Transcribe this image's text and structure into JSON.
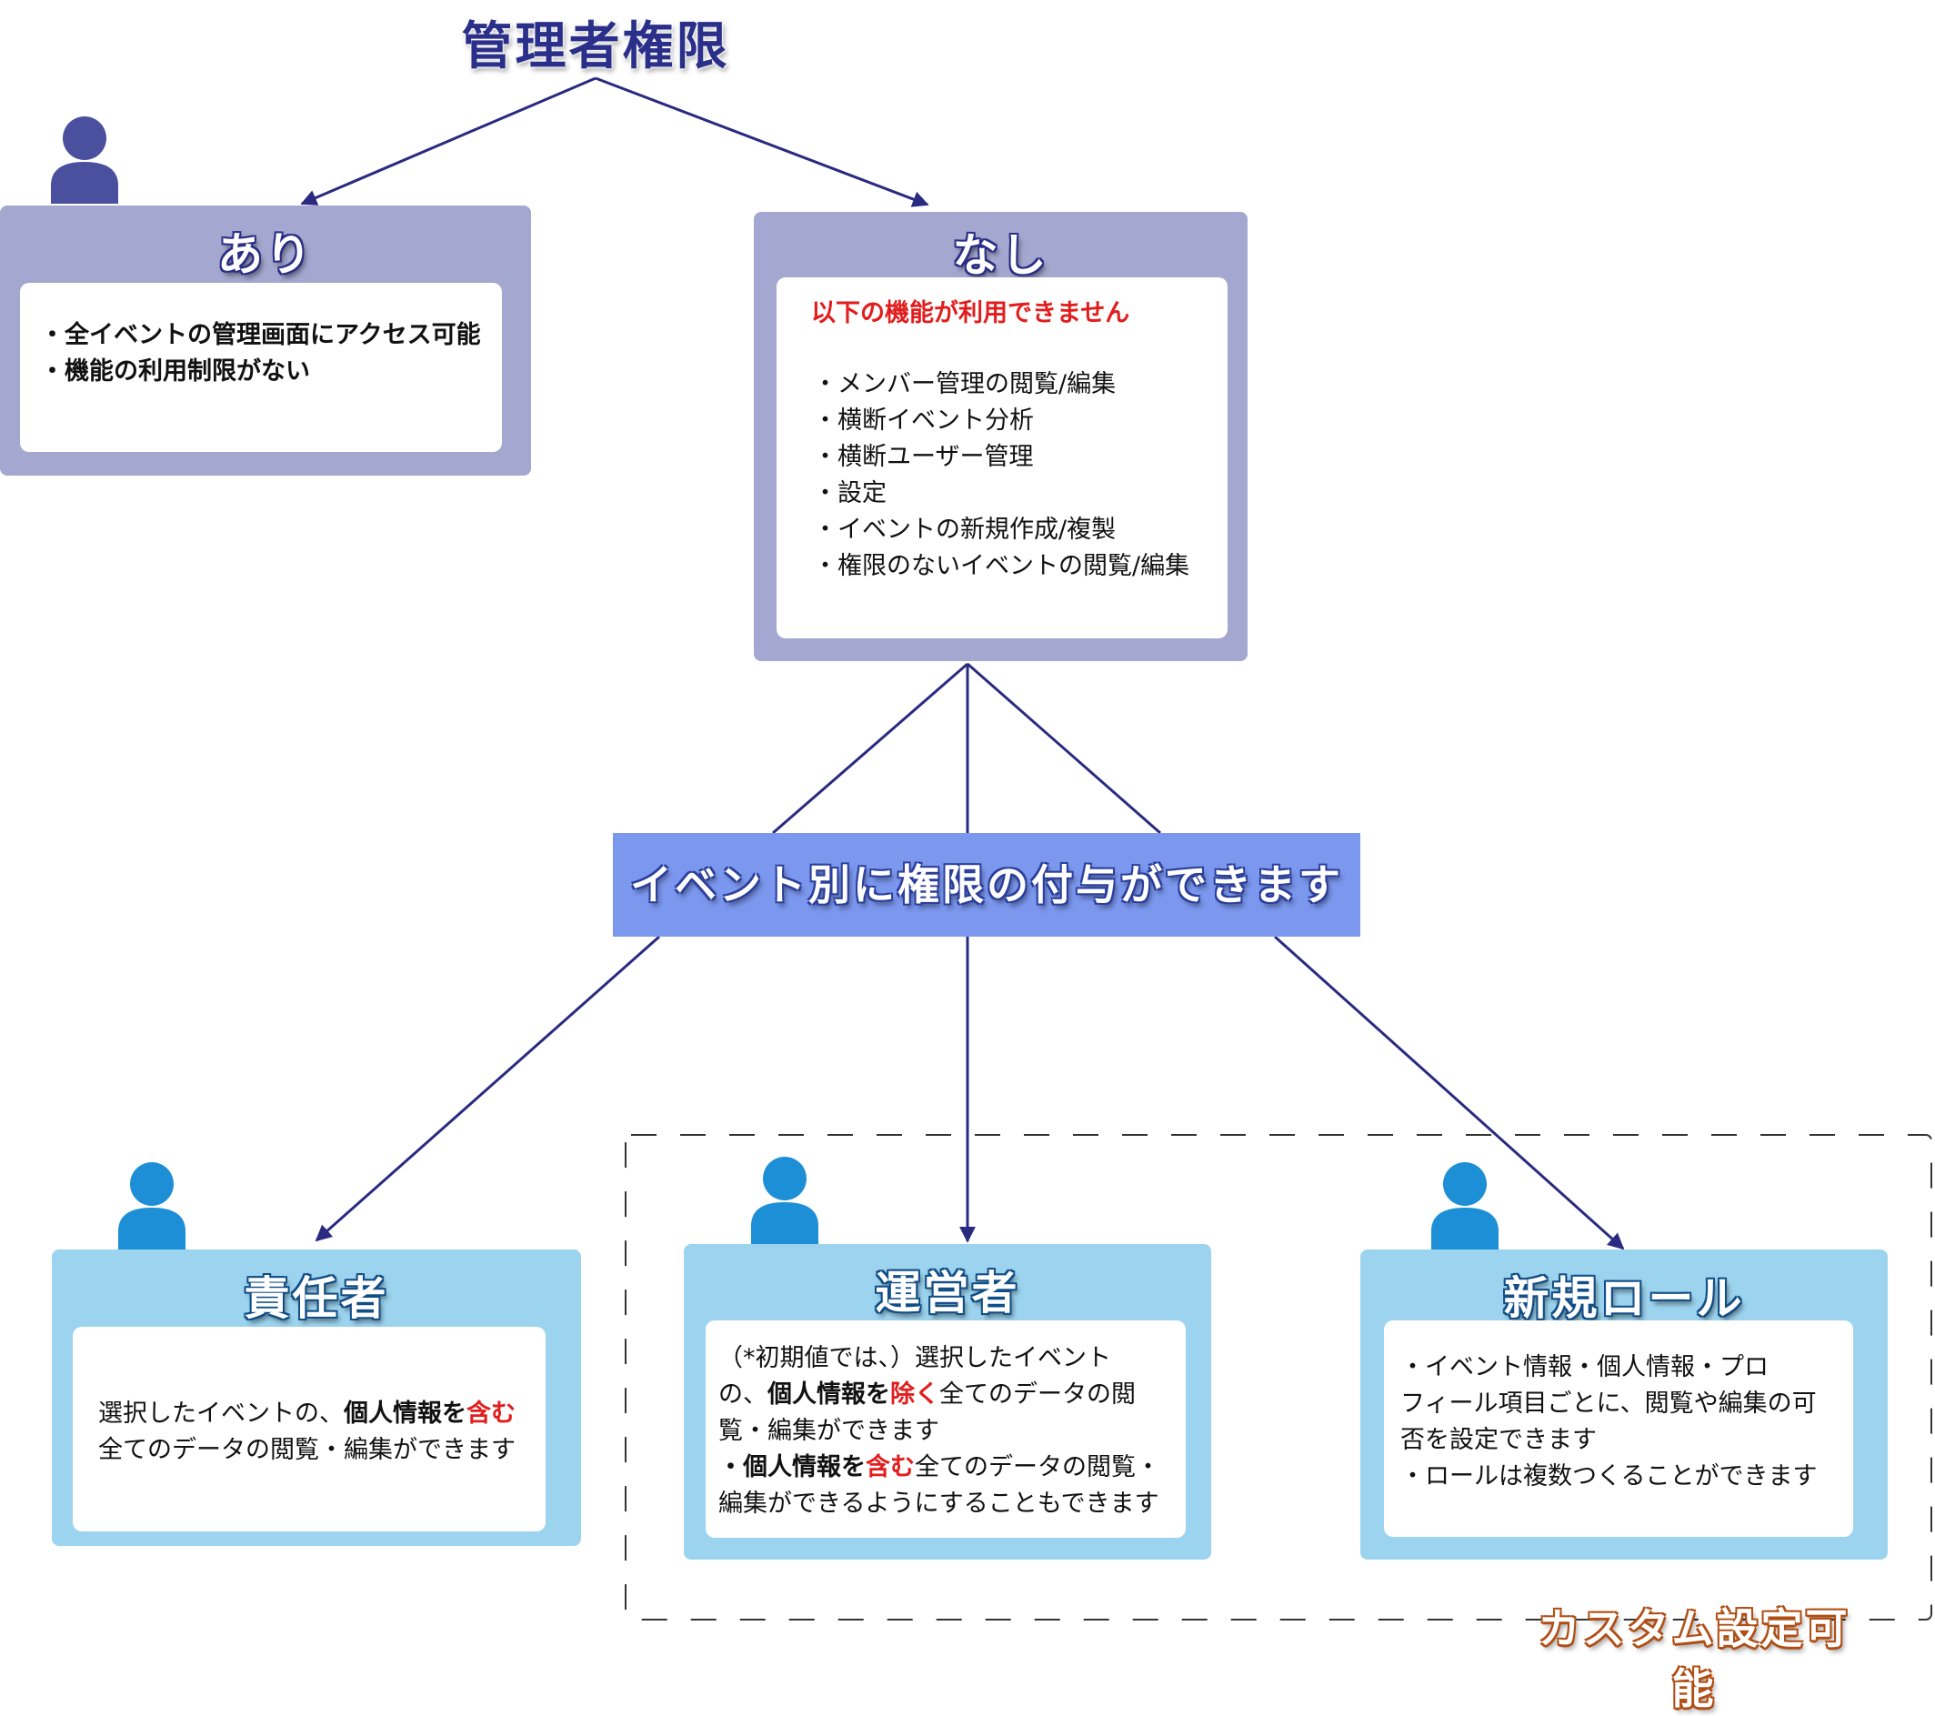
{
  "title": "管理者権限",
  "admin_yes": {
    "title": "あり",
    "items": [
      "・全イベントの管理画面にアクセス可能",
      "・機能の利用制限がない"
    ]
  },
  "admin_no": {
    "title": "なし",
    "warning": "以下の機能が利用できません",
    "items": [
      "・メンバー管理の閲覧/編集",
      "・横断イベント分析",
      "・横断ユーザー管理",
      "・設定",
      "・イベントの新規作成/複製",
      "・権限のないイベントの閲覧/編集"
    ]
  },
  "banner": "イベント別に権限の付与ができます",
  "owner": {
    "title": "責任者",
    "line1_pre": "選択したイベントの、",
    "line1_bold": "個人情報を",
    "line1_red": "含む",
    "line2": "全てのデータの閲覧・編集ができます"
  },
  "operator": {
    "title": "運営者",
    "line1": "（*初期値では、）選択したイベント",
    "line2_pre": "の、",
    "line2_bold": "個人情報を",
    "line2_red": "除く",
    "line2_post": "全てのデータの閲",
    "line3": "覧・編集ができます",
    "line4_bold": "・個人情報を",
    "line4_red": "含む",
    "line4_post": "全てのデータの閲覧・",
    "line5": "編集ができるようにすることもできます"
  },
  "new_role": {
    "title": "新規ロール",
    "lines": [
      "・イベント情報・個人情報・プロ",
      "フィール項目ごとに、閲覧や編集の可",
      "否を設定できます",
      "・ロールは複数つくることができます"
    ]
  },
  "custom_label": "カスタム設定可能",
  "colors": {
    "admin_box": "#a4a7cf",
    "role_box": "#9cd4ef",
    "banner": "#7b97ee",
    "connector": "#2a2a80",
    "admin_person": "#4a4f9e",
    "role_person": "#1d8fd6",
    "highlight": "#e21d1d",
    "custom_label_outline": "#b04e14"
  }
}
